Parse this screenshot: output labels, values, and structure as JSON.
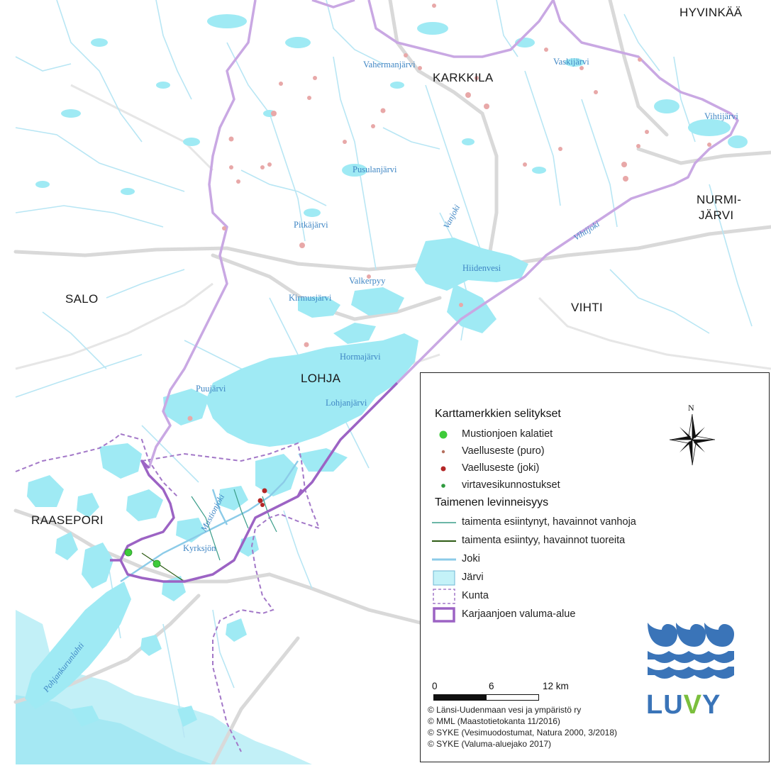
{
  "places": {
    "hyvinkaa": "HYVINKÄÄ",
    "karkkila": "KARKKILA",
    "nurmijarvi_1": "NURMI-",
    "nurmijarvi_2": "JÄRVI",
    "salo": "SALO",
    "vihti": "VIHTI",
    "lohja": "LOHJA",
    "raasepori": "RAASEPORI"
  },
  "lakes": {
    "vahermanjarvi": "Vahermanjärvi",
    "vaskijarvi": "Vaskijärvi",
    "vihtijarvi": "Vihtijärvi",
    "pusulanjarvi": "Pusulanjärvi",
    "pitkajarvi": "Pitkäjärvi",
    "hiidenvesi": "Hiidenvesi",
    "valkerpyy": "Valkerpyy",
    "kirmusjarvi": "Kirmusjärvi",
    "hormajarvi": "Hormajärvi",
    "puujarvi": "Puujärvi",
    "lohjanjarvi": "Lohjanjärvi",
    "kyrksjon": "Kyrksjön"
  },
  "rivers": {
    "vanjoki": "Vanjoki",
    "vihtijoki": "Vihtijoki",
    "mustionjoki": "Mustionjoki",
    "pohjankurunlahti": "Pohjankurunlahti"
  },
  "legend": {
    "title": "Karttamerkkien selitykset",
    "section2": "Taimenen levinneisyys",
    "items": [
      {
        "key": "kalatiet",
        "label": "Mustionjoen kalatiet",
        "color": "#3ecb3a"
      },
      {
        "key": "puro",
        "label": "Vaelluseste (puro)",
        "color": "#b5705f"
      },
      {
        "key": "joki",
        "label": "Vaelluseste (joki)",
        "color": "#b32626"
      },
      {
        "key": "kunnostus",
        "label": "virtavesikunnostukset",
        "color": "#2f9a3e"
      }
    ],
    "items2": [
      {
        "key": "vanhoja",
        "label": "taimenta esiintynyt, havainnot vanhoja",
        "color": "#3c9e8a"
      },
      {
        "key": "tuoreita",
        "label": "taimenta esiintyy, havainnot tuoreita",
        "color": "#2d5b14"
      },
      {
        "key": "jokiline",
        "label": "Joki",
        "color": "#8ccbe8"
      },
      {
        "key": "jarvi",
        "label": "Järvi",
        "color": "#c4f2f8"
      },
      {
        "key": "kunta",
        "label": "Kunta",
        "color": "#a378c8"
      },
      {
        "key": "valuma",
        "label": "Karjaanjoen valuma-alue",
        "color": "#9c63c4"
      }
    ],
    "north": "N",
    "scale": {
      "zero": "0",
      "mid": "6",
      "end": "12 km"
    },
    "credits": [
      "© Länsi-Uudenmaan vesi ja ympäristö ry",
      "© MML (Maastotietokanta 11/2016)",
      "© SYKE (Vesimuodostumat, Natura 2000, 3/2018)",
      "© SYKE (Valuma-aluejako 2017)"
    ],
    "logo_text": "LUVY"
  },
  "colors": {
    "water": "#9feaf4",
    "river": "#b8e6f4",
    "road": "#d6d6d6",
    "municipality": "#a378c8",
    "catchment": "#9c63c4",
    "logo_blue": "#3a74b8",
    "logo_green": "#7bbf3d"
  }
}
